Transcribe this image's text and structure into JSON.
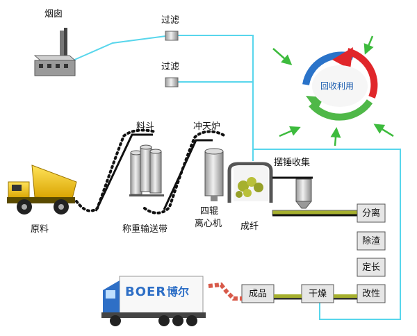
{
  "labels": {
    "chimney": "烟囱",
    "filter_top": "过滤",
    "filter_mid": "过滤",
    "recycle": "回收利用",
    "hopper": "料斗",
    "cupola": "冲天炉",
    "raw_material": "原料",
    "weigh_belt": "称重输送带",
    "spinner_1": "四辊",
    "spinner_2": "离心机",
    "fiber_forming": "成纤",
    "pendulum_collect": "摆锤收集",
    "separate": "分离",
    "slag_removal": "除渣",
    "fixed_length": "定长",
    "modify": "改性",
    "finished": "成品",
    "dry": "干燥",
    "truck_brand_latin": "BOER",
    "truck_brand_cn": "博尔"
  },
  "colors": {
    "pipe": "#58d6ec",
    "arrow_green": "#3dbb3d",
    "cycle_red": "#e0262a",
    "cycle_blue": "#2a73c9",
    "cycle_green": "#4fb848",
    "truck_yellow": "#f3c20f",
    "fiber_yellow_green": "#a6b02e"
  }
}
